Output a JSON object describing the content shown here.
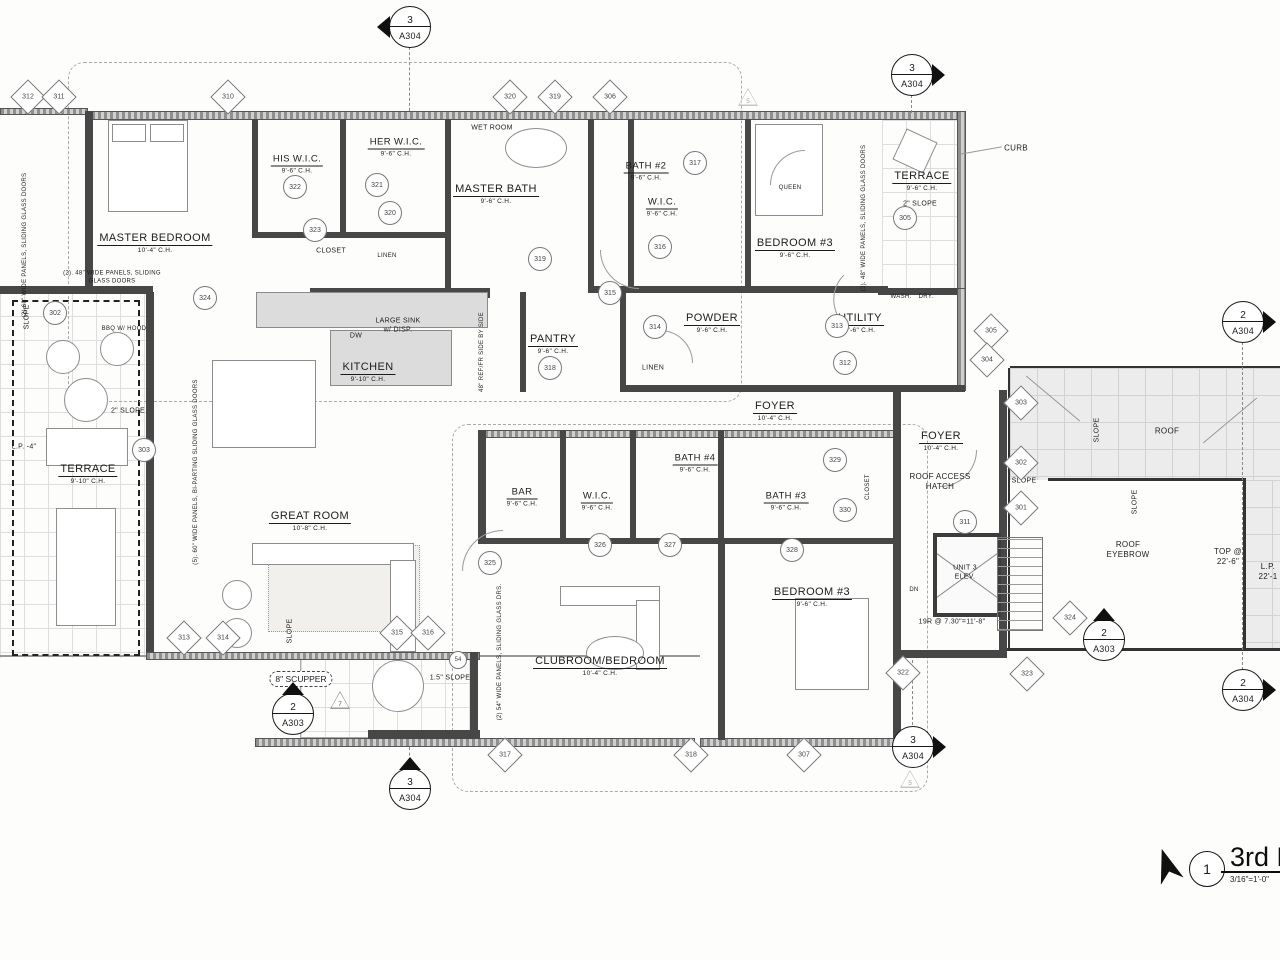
{
  "drawing": {
    "sheet_callout_number": "1",
    "title": "3rd F",
    "scale": "3/16\"=1'-0\""
  },
  "rooms": {
    "master_bedroom": {
      "name": "MASTER BEDROOM",
      "ch": "10'-4\"  C.H."
    },
    "his_wic": {
      "name": "HIS W.I.C.",
      "ch": "9'-6\"  C.H."
    },
    "her_wic": {
      "name": "HER W.I.C.",
      "ch": "9'-6\"  C.H."
    },
    "master_bath": {
      "name": "MASTER BATH",
      "ch": "9'-6\"  C.H."
    },
    "bath2": {
      "name": "BATH #2",
      "ch": "9'-6\"  C.H."
    },
    "wic_top": {
      "name": "W.I.C.",
      "ch": "9'-6\"  C.H."
    },
    "bedroom3_top": {
      "name": "BEDROOM #3",
      "ch": "9'-6\"  C.H."
    },
    "terrace_tr": {
      "name": "TERRACE",
      "ch": "9'-6\"  C.H."
    },
    "powder": {
      "name": "POWDER",
      "ch": "9'-6\"  C.H."
    },
    "utility": {
      "name": "UTILITY",
      "ch": "9'-6\"  C.H."
    },
    "pantry": {
      "name": "PANTRY",
      "ch": "9'-6\"  C.H."
    },
    "kitchen": {
      "name": "KITCHEN",
      "ch": "9'-10\"  C.H."
    },
    "foyer_center": {
      "name": "FOYER",
      "ch": "10'-4\"  C.H."
    },
    "terrace_left": {
      "name": "TERRACE",
      "ch": "9'-10\"  C.H."
    },
    "great_room": {
      "name": "GREAT ROOM",
      "ch": "10'-8\"  C.H."
    },
    "bar": {
      "name": "BAR",
      "ch": "9'-6\"  C.H."
    },
    "wic_lower": {
      "name": "W.I.C.",
      "ch": "9'-6\"  C.H."
    },
    "bath4": {
      "name": "BATH #4",
      "ch": "9'-6\"  C.H."
    },
    "bath3": {
      "name": "BATH #3",
      "ch": "9'-6\"  C.H."
    },
    "foyer_right": {
      "name": "FOYER",
      "ch": "10'-4\"  C.H."
    },
    "clubroom": {
      "name": "CLUBROOM/BEDROOM",
      "ch": "10'-4\"  C.H."
    },
    "bedroom3_bot": {
      "name": "BEDROOM #3",
      "ch": "9'-6\"  C.H."
    }
  },
  "notes": {
    "wet_room": "WET ROOM",
    "curb": "CURB",
    "closet_top": "CLOSET",
    "closet_vert": "CLOSET",
    "linen_top": "LINEN",
    "linen_powder": "LINEN",
    "large_sink1": "LARGE SINK",
    "large_sink2": "w/ DISP.",
    "dw": "DW",
    "bbq": "BBQ W/ HOOD",
    "wash": "WASH.",
    "dry": "DRY.",
    "queen": "QUEEN",
    "refr": "48\" REF/FR SIDE BY SIDE",
    "panels_60_left": "(2) 60\" WIDE PANELS, SLIDING GLASS DOORS",
    "panels_48_left": "(2). 48\" WIDE PANELS, SLIDING GLASS DOORS",
    "panels_48_right": "(3). 48\" WIDE PANELS, SLIDING GLASS DOORS",
    "panels_60_great": "(5). 60\" WIDE PANELS, BI-PARTING SLIDING GLASS DOORS",
    "panels_54_club": "(2) 54\" WIDE PANELS, SLIDING GLASS DRS.",
    "slope": "SLOPE",
    "slope2": "2\" SLOPE",
    "slope15": "1.5\" SLOPE",
    "scupper": "8\" SCUPPER",
    "lp4": "L.P. -4\"",
    "lp22": "L.P. 22'-1",
    "top22": "TOP @ 22'-6\"",
    "roof": "ROOF",
    "roof_eyebrow": "ROOF EYEBROW",
    "roof_access": "ROOF ACCESS HATCH",
    "unit3": "UNIT 3 ELEV.",
    "dn": "DN",
    "stair_note": "19R @ 7.30\"=11'-8\""
  },
  "window_tags": [
    "312",
    "311",
    "310",
    "320",
    "319",
    "306",
    "305",
    "304",
    "303",
    "302",
    "301",
    "313",
    "314",
    "315",
    "316",
    "317",
    "318",
    "307",
    "322",
    "323",
    "324"
  ],
  "door_tags": [
    "302",
    "303",
    "305",
    "311",
    "312",
    "313",
    "314",
    "315",
    "316",
    "317",
    "318",
    "319",
    "320",
    "321",
    "322",
    "323",
    "324",
    "325",
    "326",
    "327",
    "328",
    "329",
    "330",
    "54"
  ],
  "sections": [
    {
      "num": "3",
      "sheet": "A304"
    },
    {
      "num": "3",
      "sheet": "A304"
    },
    {
      "num": "2",
      "sheet": "A304"
    },
    {
      "num": "2",
      "sheet": "A304"
    },
    {
      "num": "2",
      "sheet": "A303"
    },
    {
      "num": "2",
      "sheet": "A303"
    },
    {
      "num": "3",
      "sheet": "A304"
    },
    {
      "num": "3",
      "sheet": "A304"
    }
  ],
  "triangle_tags": [
    "7",
    "5",
    "5"
  ]
}
